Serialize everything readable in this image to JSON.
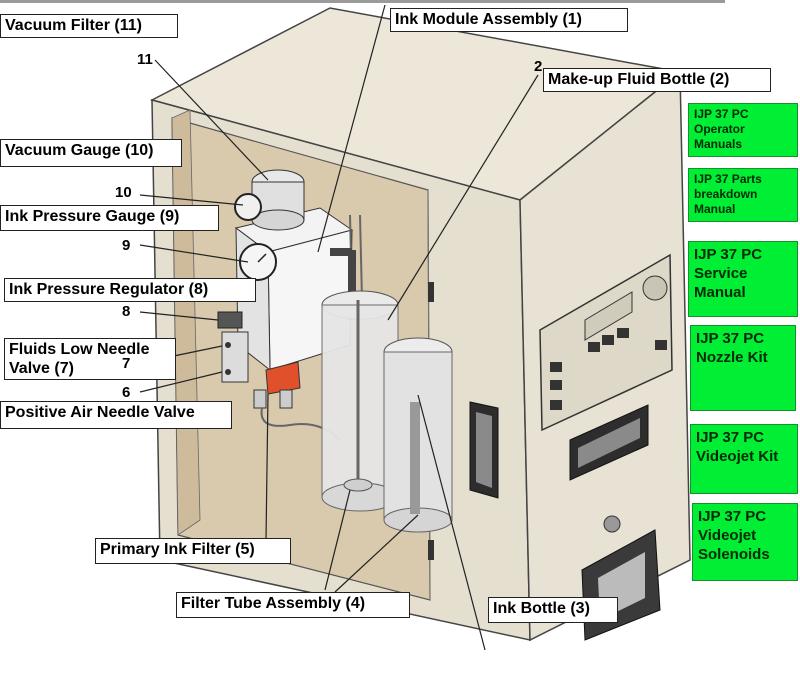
{
  "callouts": {
    "vacuum_filter": "Vacuum Filter (11)",
    "ink_module_assembly": "Ink Module Assembly (1)",
    "makeup_fluid_bottle": "Make-up Fluid Bottle (2)",
    "vacuum_gauge": "Vacuum Gauge (10)",
    "ink_pressure_gauge": "Ink Pressure Gauge (9)",
    "ink_pressure_regulator": "Ink Pressure Regulator (8)",
    "fluids_low_needle_valve": "Fluids Low Needle Valve (7)",
    "positive_air_needle_valve": "Positive Air Needle Valve",
    "primary_ink_filter": "Primary Ink Filter (5)",
    "filter_tube_assembly": "Filter Tube Assembly (4)",
    "ink_bottle": "Ink Bottle (3)"
  },
  "numbers": {
    "n11": "11",
    "n2": "2",
    "n10": "10",
    "n9": "9",
    "n8": "8",
    "n7": "7",
    "n6": "6"
  },
  "document_links": [
    "IJP 37 PC Operator Manuals",
    "IJP 37 Parts breakdown Manual",
    "IJP 37 PC Service Manual",
    "IJP 37 PC Nozzle Kit",
    "IJP 37 PC Videojet Kit",
    "IJP 37 PC Videojet Solenoids"
  ],
  "colors": {
    "cabinet": "#e9e4d4",
    "interior": "#dccdb3",
    "link_bg": "#00ee33",
    "filter_red": "#e0502a"
  }
}
